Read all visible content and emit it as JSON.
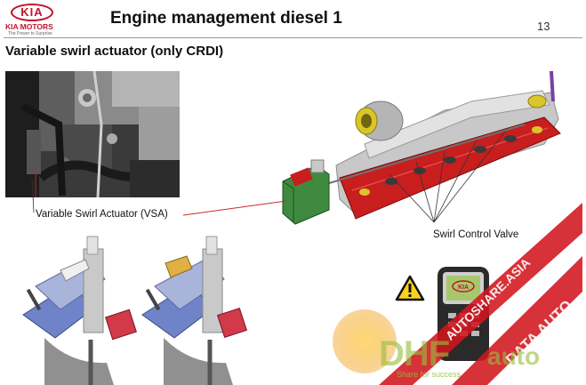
{
  "header": {
    "brand_name": "KIA",
    "brand_full": "KIA MOTORS",
    "brand_tagline": "The Power to Surprise",
    "title": "Engine management diesel 1",
    "page_number": "13",
    "subtitle": "Variable swirl actuator (only CRDI)"
  },
  "labels": {
    "vsa": "Variable Swirl Actuator (VSA)",
    "swirl_valve": "Swirl Control Valve"
  },
  "device": {
    "screen_brand": "KIA"
  },
  "watermark": {
    "band_top": "AUTOSHARE.ASIA",
    "band_bottom": "DATA AUTO",
    "logo_main": "DHF",
    "logo_suffix": "auto",
    "tagline": "Share for success"
  },
  "icons": {
    "warning": "warning-triangle-icon",
    "scanner": "diagnostic-scanner-icon"
  },
  "colors": {
    "brand_red": "#c4122f",
    "manifold_red": "#c81e1e",
    "actuator_green": "#3f8a3f",
    "watermark_red": "#d2141e",
    "watermark_green": "#96be3c"
  }
}
